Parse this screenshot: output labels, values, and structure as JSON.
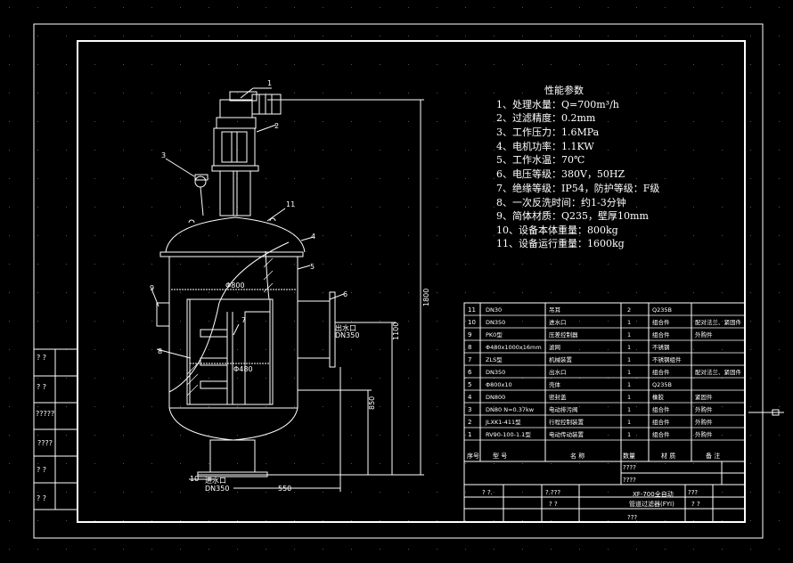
{
  "params": {
    "title": "性能参数",
    "lines": [
      "1、处理水量：Q=700m³/h",
      "2、过滤精度：0.2mm",
      "3、工作压力：1.6MPa",
      "4、电机功率：1.1KW",
      "5、工作水温：70℃",
      "6、电压等级：380V，50HZ",
      "7、绝缘等级：IP54，防护等级：F级",
      "8、一次反洗时间：约1-3分钟",
      "9、简体材质：Q235，壁厚10mm",
      "10、设备本体重量：800kg",
      "11、设备运行重量：1600kg"
    ]
  },
  "callouts": [
    "1",
    "2",
    "3",
    "4",
    "5",
    "6",
    "7",
    "8",
    "9",
    "10",
    "11"
  ],
  "dims": {
    "d800": "Φ800",
    "d480": "Φ480",
    "h1800": "1800",
    "h1100": "1100",
    "h850": "850",
    "w550": "550"
  },
  "labels": {
    "outlet": "出水口",
    "outlet_dn": "DN350",
    "inlet": "进水口",
    "inlet_dn": "DN350"
  },
  "bom": {
    "rows": [
      [
        "11",
        "DN30",
        "吊耳",
        "2",
        "Q235B",
        ""
      ],
      [
        "10",
        "DN350",
        "进水口",
        "1",
        "组合件",
        "配对法兰、紧固件"
      ],
      [
        "9",
        "PK0型",
        "压差控制器",
        "1",
        "组合件",
        "外购件"
      ],
      [
        "8",
        "Φ480x1000x16mm",
        "滤网",
        "1",
        "不锈钢",
        ""
      ],
      [
        "7",
        "ZLS型",
        "机械装置",
        "1",
        "不锈钢组件",
        ""
      ],
      [
        "6",
        "DN350",
        "出水口",
        "1",
        "组合件",
        "配对法兰、紧固件"
      ],
      [
        "5",
        "Φ800x10",
        "壳体",
        "1",
        "Q235B",
        ""
      ],
      [
        "4",
        "DN800",
        "密封盖",
        "1",
        "橡胶",
        "紧固件"
      ],
      [
        "3",
        "DN80 N=0.37kw",
        "电动排污阀",
        "1",
        "组合件",
        "外购件"
      ],
      [
        "2",
        "JLXK1-411型",
        "行程控制装置",
        "1",
        "组合件",
        "外购件"
      ],
      [
        "1",
        "RV90-100-1.1型",
        "电动传动装置",
        "1",
        "组合件",
        "外购件"
      ]
    ],
    "header": [
      "序号",
      "型 号",
      "名 称",
      "数量",
      "材 质",
      "备 注"
    ]
  },
  "title_block": {
    "q4": "????",
    "q4b": "????",
    "q3a": "???",
    "qa": "? ?.",
    "q4c": "?.???",
    "qb": "? ?",
    "name1": "XF-700全自动",
    "name2": "管道过滤器(FYI)",
    "q3b": "???",
    "qc": "? ?"
  },
  "side_left": [
    "? ?",
    "? ?",
    "?????",
    "????",
    "? ?",
    "? ?"
  ]
}
